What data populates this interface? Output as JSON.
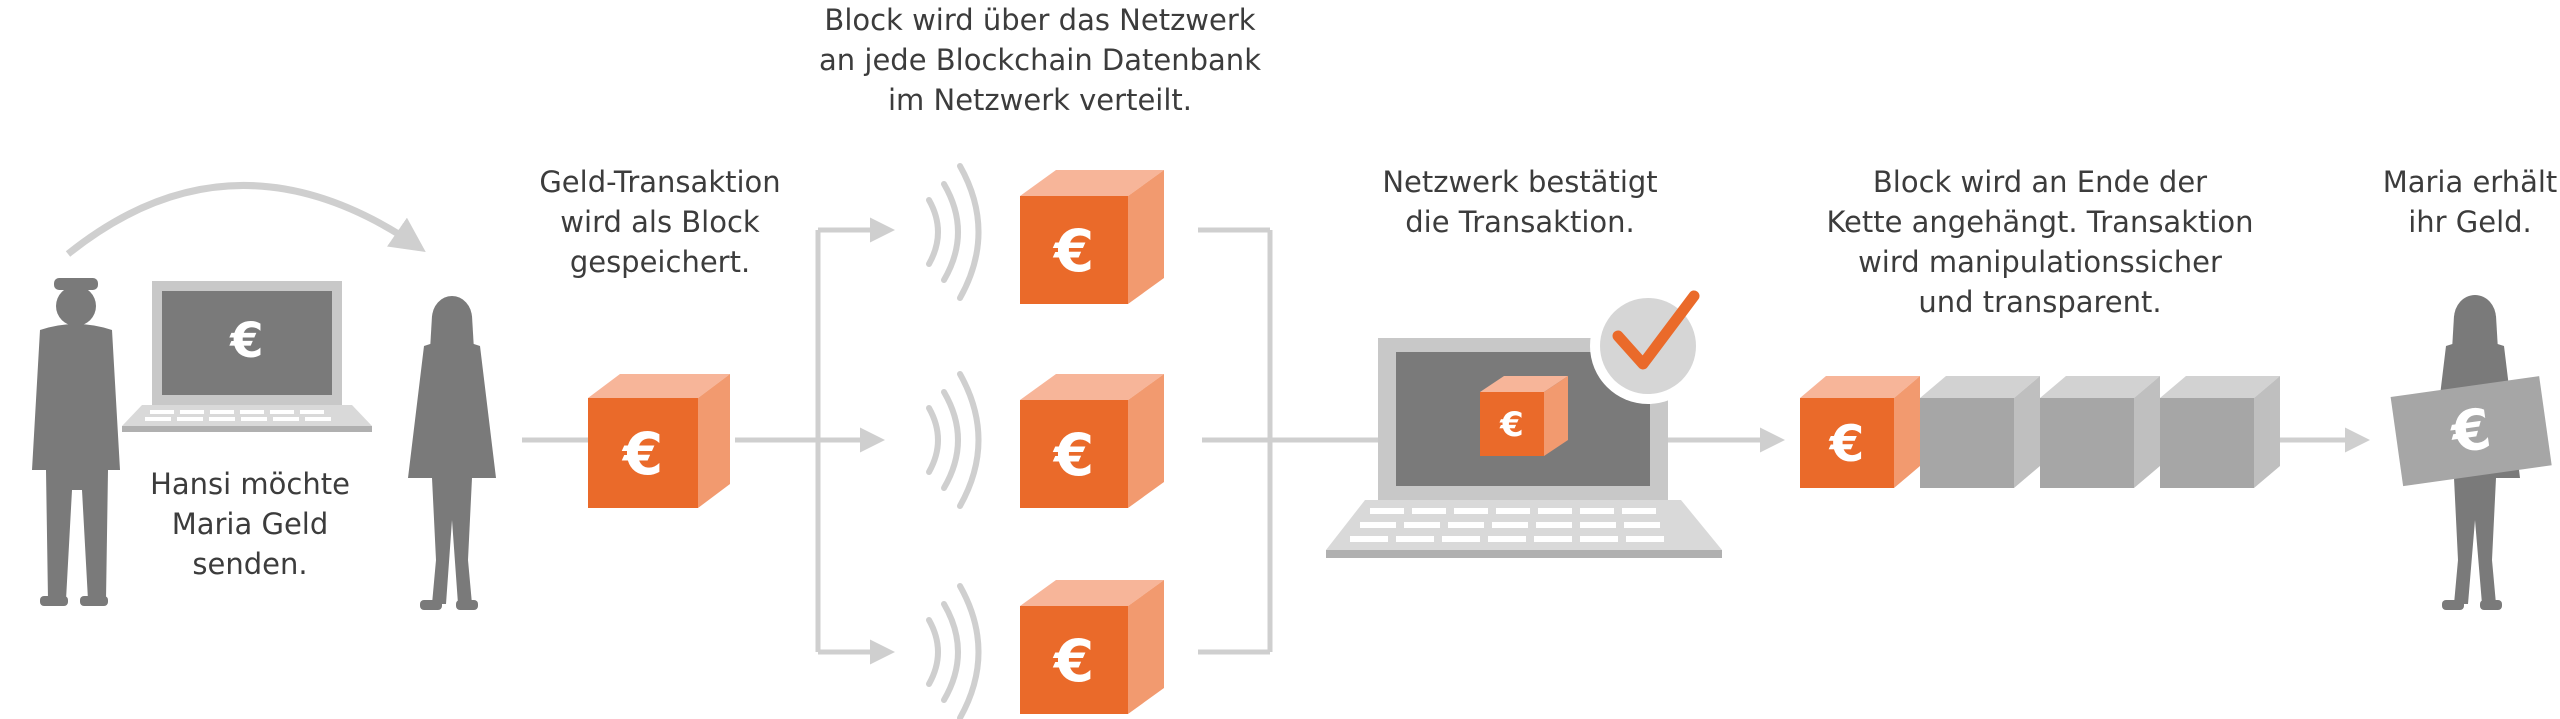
{
  "currency_symbol": "€",
  "colors": {
    "orange_front": "#ea6a2a",
    "orange_top": "#f7b599",
    "orange_side": "#f29a6f",
    "gray_block_front": "#a6a6a6",
    "gray_block_top": "#d2d2d2",
    "gray_block_side": "#bfbfbf",
    "person": "#7a7a7a",
    "connector": "#cfcfcf",
    "check_badge": "#d6d6d6",
    "text": "#3c3c3c"
  },
  "steps": {
    "send": {
      "caption": "Hansi möchte\nMaria Geld\nsenden."
    },
    "block": {
      "caption": "Geld-Transaktion\nwird als Block\ngespeichert."
    },
    "distribute": {
      "caption": "Block wird über das Netzwerk\nan jede Blockchain Datenbank\nim Netzwerk verteilt."
    },
    "confirm": {
      "caption": "Netzwerk bestätigt\ndie Transaktion."
    },
    "chain": {
      "caption": "Block wird an Ende der\nKette angehängt. Transaktion\nwird manipulationssicher\nund transparent."
    },
    "receive": {
      "caption": "Maria erhält\nihr Geld."
    }
  }
}
